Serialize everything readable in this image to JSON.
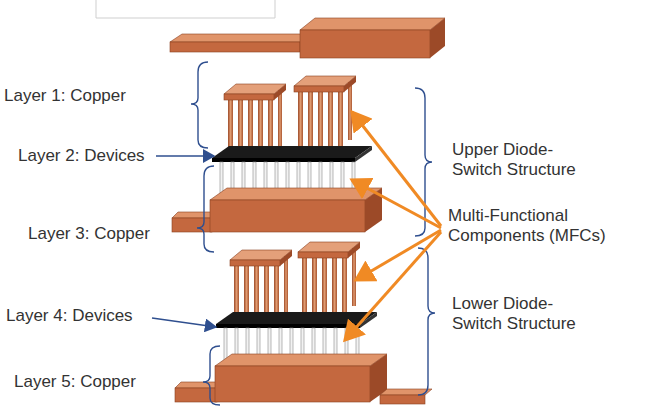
{
  "diagram": {
    "labels": [
      "Layer 1: Copper",
      "Layer 2: Devices",
      "Layer 3: Copper",
      "Layer 4: Devices",
      "Layer 5: Copper",
      "Upper Diode-Switch Structure",
      "Multi-Functional Components (MFCs)",
      "Lower Diode-Switch Structure"
    ]
  }
}
